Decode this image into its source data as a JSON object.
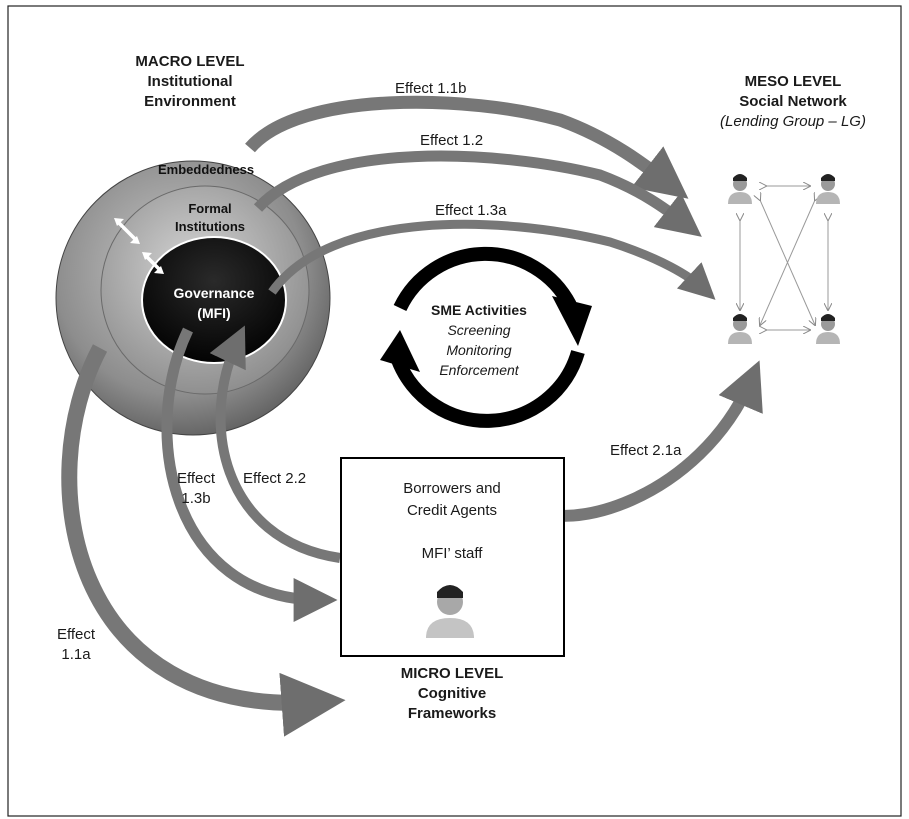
{
  "macro": {
    "line1": "MACRO LEVEL",
    "line2": "Institutional",
    "line3": "Environment"
  },
  "meso": {
    "line1": "MESO LEVEL",
    "line2": "Social Network",
    "line3": "(Lending Group – LG)"
  },
  "micro": {
    "line1": "MICRO LEVEL",
    "line2": "Cognitive",
    "line3": "Frameworks"
  },
  "rings": {
    "outer": "Embeddedness",
    "middle_line1": "Formal",
    "middle_line2": "Institutions",
    "inner_line1": "Governance",
    "inner_line2": "(MFI)"
  },
  "sme": {
    "title": "SME Activities",
    "item1": "Screening",
    "item2": "Monitoring",
    "item3": "Enforcement"
  },
  "box": {
    "line1": "Borrowers and",
    "line2": "Credit Agents",
    "staff": "MFI’ staff"
  },
  "effects": {
    "e11b": "Effect 1.1b",
    "e12": "Effect 1.2",
    "e13a": "Effect 1.3a",
    "e21a": "Effect 2.1a",
    "e22": "Effect 2.2",
    "e13b_line1": "Effect",
    "e13b_line2": "1.3b",
    "e11a_line1": "Effect",
    "e11a_line2": "1.1a"
  },
  "icons": {
    "person": "person-icon",
    "arrow": "curved-arrow-icon"
  }
}
